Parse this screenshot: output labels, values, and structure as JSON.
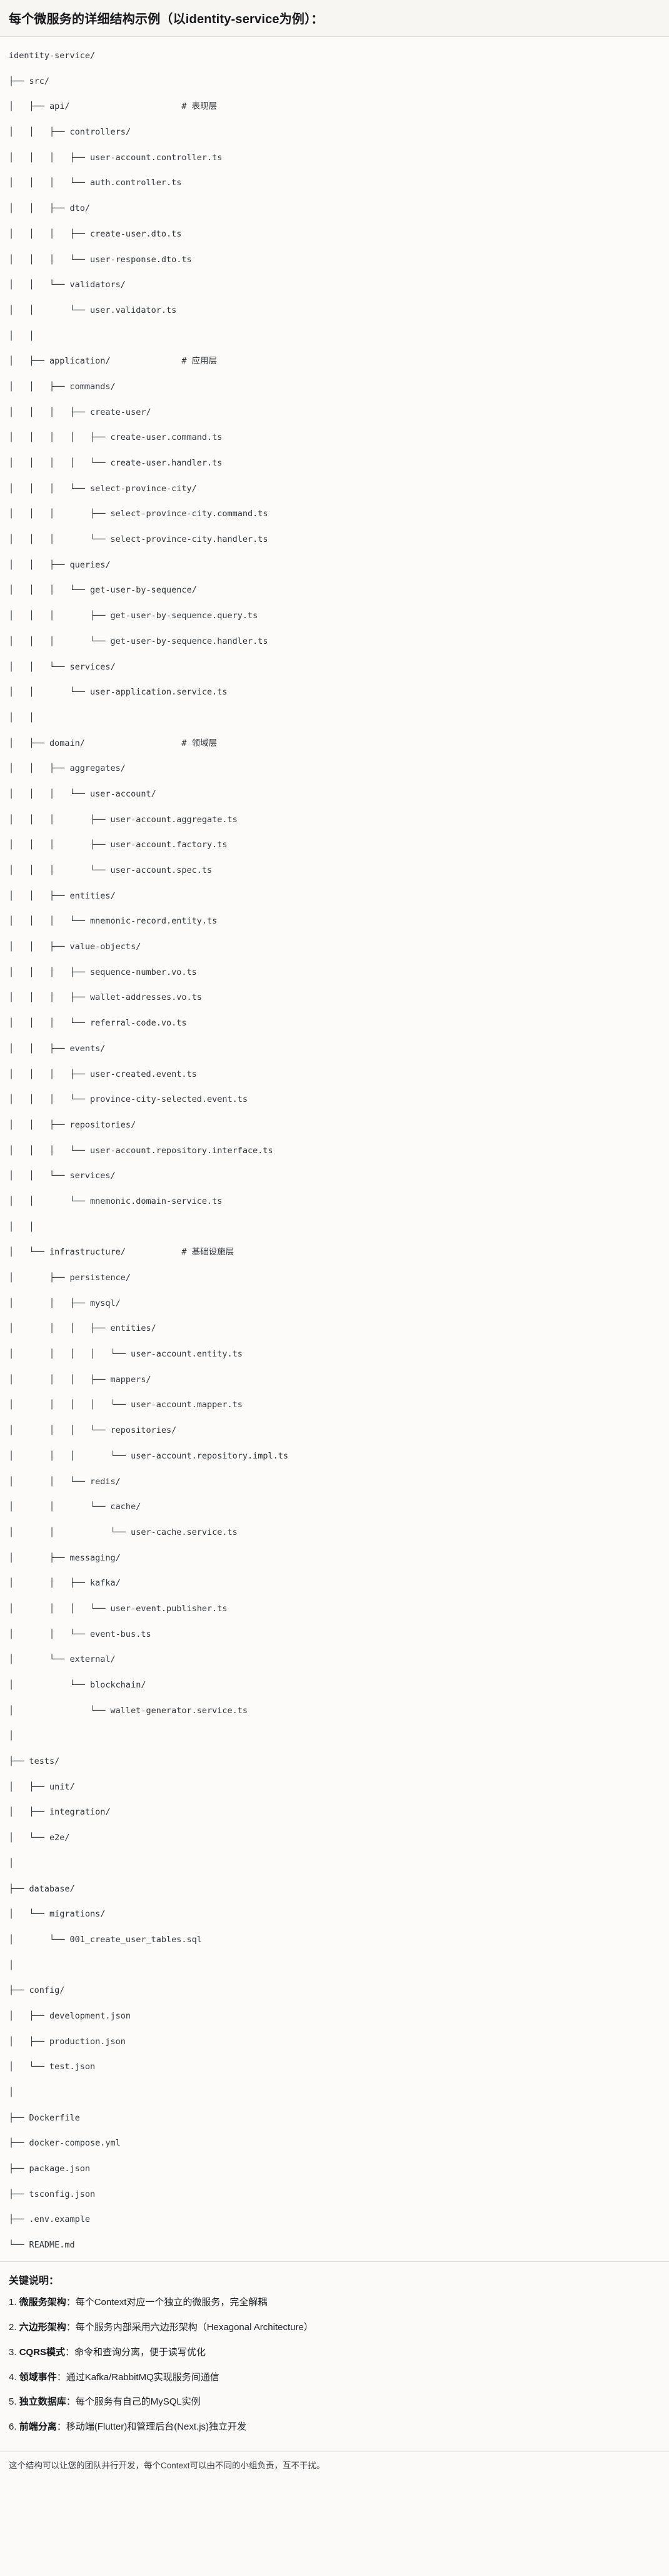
{
  "header": {
    "title": "每个微服务的详细结构示例（以identity-service为例）："
  },
  "tree": {
    "root": "identity-service/",
    "lines": [
      {
        "text": "identity-service/",
        "comment": ""
      },
      {
        "text": "├── src/",
        "comment": ""
      },
      {
        "text": "│   ├── api/",
        "comment": "# 表现层"
      },
      {
        "text": "│   │   ├── controllers/",
        "comment": ""
      },
      {
        "text": "│   │   │   ├── user-account.controller.ts",
        "comment": ""
      },
      {
        "text": "│   │   │   └── auth.controller.ts",
        "comment": ""
      },
      {
        "text": "│   │   ├── dto/",
        "comment": ""
      },
      {
        "text": "│   │   │   ├── create-user.dto.ts",
        "comment": ""
      },
      {
        "text": "│   │   │   └── user-response.dto.ts",
        "comment": ""
      },
      {
        "text": "│   │   └── validators/",
        "comment": ""
      },
      {
        "text": "│   │       └── user.validator.ts",
        "comment": ""
      },
      {
        "text": "│   │",
        "comment": ""
      },
      {
        "text": "│   ├── application/",
        "comment": "# 应用层"
      },
      {
        "text": "│   │   ├── commands/",
        "comment": ""
      },
      {
        "text": "│   │   │   ├── create-user/",
        "comment": ""
      },
      {
        "text": "│   │   │   │   ├── create-user.command.ts",
        "comment": ""
      },
      {
        "text": "│   │   │   │   └── create-user.handler.ts",
        "comment": ""
      },
      {
        "text": "│   │   │   └── select-province-city/",
        "comment": ""
      },
      {
        "text": "│   │   │       ├── select-province-city.command.ts",
        "comment": ""
      },
      {
        "text": "│   │   │       └── select-province-city.handler.ts",
        "comment": ""
      },
      {
        "text": "│   │   ├── queries/",
        "comment": ""
      },
      {
        "text": "│   │   │   └── get-user-by-sequence/",
        "comment": ""
      },
      {
        "text": "│   │   │       ├── get-user-by-sequence.query.ts",
        "comment": ""
      },
      {
        "text": "│   │   │       └── get-user-by-sequence.handler.ts",
        "comment": ""
      },
      {
        "text": "│   │   └── services/",
        "comment": ""
      },
      {
        "text": "│   │       └── user-application.service.ts",
        "comment": ""
      },
      {
        "text": "│   │",
        "comment": ""
      },
      {
        "text": "│   ├── domain/",
        "comment": "# 领域层"
      },
      {
        "text": "│   │   ├── aggregates/",
        "comment": ""
      },
      {
        "text": "│   │   │   └── user-account/",
        "comment": ""
      },
      {
        "text": "│   │   │       ├── user-account.aggregate.ts",
        "comment": ""
      },
      {
        "text": "│   │   │       ├── user-account.factory.ts",
        "comment": ""
      },
      {
        "text": "│   │   │       └── user-account.spec.ts",
        "comment": ""
      },
      {
        "text": "│   │   ├── entities/",
        "comment": ""
      },
      {
        "text": "│   │   │   └── mnemonic-record.entity.ts",
        "comment": ""
      },
      {
        "text": "│   │   ├── value-objects/",
        "comment": ""
      },
      {
        "text": "│   │   │   ├── sequence-number.vo.ts",
        "comment": ""
      },
      {
        "text": "│   │   │   ├── wallet-addresses.vo.ts",
        "comment": ""
      },
      {
        "text": "│   │   │   └── referral-code.vo.ts",
        "comment": ""
      },
      {
        "text": "│   │   ├── events/",
        "comment": ""
      },
      {
        "text": "│   │   │   ├── user-created.event.ts",
        "comment": ""
      },
      {
        "text": "│   │   │   └── province-city-selected.event.ts",
        "comment": ""
      },
      {
        "text": "│   │   ├── repositories/",
        "comment": ""
      },
      {
        "text": "│   │   │   └── user-account.repository.interface.ts",
        "comment": ""
      },
      {
        "text": "│   │   └── services/",
        "comment": ""
      },
      {
        "text": "│   │       └── mnemonic.domain-service.ts",
        "comment": ""
      },
      {
        "text": "│   │",
        "comment": ""
      },
      {
        "text": "│   └── infrastructure/",
        "comment": "# 基础设施层"
      },
      {
        "text": "│       ├── persistence/",
        "comment": ""
      },
      {
        "text": "│       │   ├── mysql/",
        "comment": ""
      },
      {
        "text": "│       │   │   ├── entities/",
        "comment": ""
      },
      {
        "text": "│       │   │   │   └── user-account.entity.ts",
        "comment": ""
      },
      {
        "text": "│       │   │   ├── mappers/",
        "comment": ""
      },
      {
        "text": "│       │   │   │   └── user-account.mapper.ts",
        "comment": ""
      },
      {
        "text": "│       │   │   └── repositories/",
        "comment": ""
      },
      {
        "text": "│       │   │       └── user-account.repository.impl.ts",
        "comment": ""
      },
      {
        "text": "│       │   └── redis/",
        "comment": ""
      },
      {
        "text": "│       │       └── cache/",
        "comment": ""
      },
      {
        "text": "│       │           └── user-cache.service.ts",
        "comment": ""
      },
      {
        "text": "│       ├── messaging/",
        "comment": ""
      },
      {
        "text": "│       │   ├── kafka/",
        "comment": ""
      },
      {
        "text": "│       │   │   └── user-event.publisher.ts",
        "comment": ""
      },
      {
        "text": "│       │   └── event-bus.ts",
        "comment": ""
      },
      {
        "text": "│       └── external/",
        "comment": ""
      },
      {
        "text": "│           └── blockchain/",
        "comment": ""
      },
      {
        "text": "│               └── wallet-generator.service.ts",
        "comment": ""
      },
      {
        "text": "│",
        "comment": ""
      },
      {
        "text": "├── tests/",
        "comment": ""
      },
      {
        "text": "│   ├── unit/",
        "comment": ""
      },
      {
        "text": "│   ├── integration/",
        "comment": ""
      },
      {
        "text": "│   └── e2e/",
        "comment": ""
      },
      {
        "text": "│",
        "comment": ""
      },
      {
        "text": "├── database/",
        "comment": ""
      },
      {
        "text": "│   └── migrations/",
        "comment": ""
      },
      {
        "text": "│       └── 001_create_user_tables.sql",
        "comment": ""
      },
      {
        "text": "│",
        "comment": ""
      },
      {
        "text": "├── config/",
        "comment": ""
      },
      {
        "text": "│   ├── development.json",
        "comment": ""
      },
      {
        "text": "│   ├── production.json",
        "comment": ""
      },
      {
        "text": "│   └── test.json",
        "comment": ""
      },
      {
        "text": "│",
        "comment": ""
      },
      {
        "text": "├── Dockerfile",
        "comment": ""
      },
      {
        "text": "├── docker-compose.yml",
        "comment": ""
      },
      {
        "text": "├── package.json",
        "comment": ""
      },
      {
        "text": "├── tsconfig.json",
        "comment": ""
      },
      {
        "text": "├── .env.example",
        "comment": ""
      },
      {
        "text": "└── README.md",
        "comment": ""
      }
    ]
  },
  "keypoints": {
    "title": "关键说明：",
    "items": [
      {
        "num": "1.",
        "term": "微服务架构",
        "rest": "：每个Context对应一个独立的微服务，完全解耦"
      },
      {
        "num": "2.",
        "term": "六边形架构",
        "rest": "：每个服务内部采用六边形架构（Hexagonal Architecture）"
      },
      {
        "num": "3.",
        "term": "CQRS模式",
        "rest": "：命令和查询分离，便于读写优化"
      },
      {
        "num": "4.",
        "term": "领域事件",
        "rest": "：通过Kafka/RabbitMQ实现服务间通信"
      },
      {
        "num": "5.",
        "term": "独立数据库",
        "rest": "：每个服务有自己的MySQL实例"
      },
      {
        "num": "6.",
        "term": "前端分离",
        "rest": "：移动端(Flutter)和管理后台(Next.js)独立开发"
      }
    ]
  },
  "closing": {
    "text": "这个结构可以让您的团队并行开发，每个Context可以由不同的小组负责，互不干扰。"
  },
  "colors": {
    "page_bg": "#fbfaf8",
    "header_bg": "#f7f6f3",
    "code_bg": "#fcfbf9",
    "text": "#1f2328",
    "code_text": "#30363d",
    "rule": "#e0ddd6"
  }
}
